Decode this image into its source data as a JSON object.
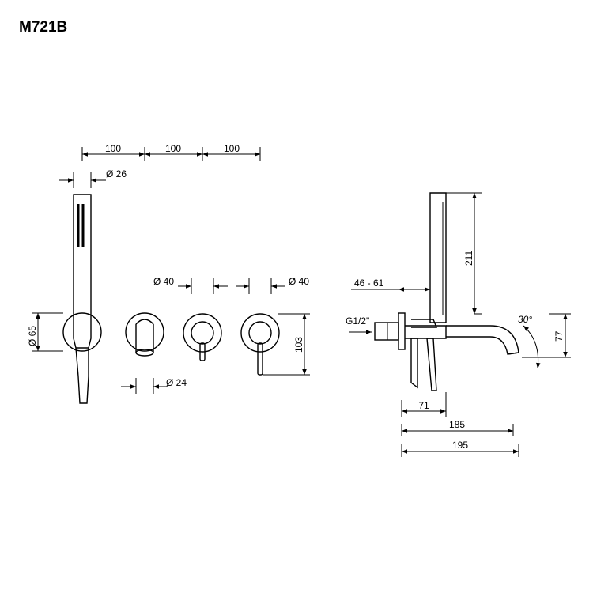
{
  "title": "M721B",
  "dims": {
    "spacing_1": "100",
    "spacing_2": "100",
    "spacing_3": "100",
    "hand_shower_diameter": "Ø 26",
    "rosette_diameter_left": "Ø 40",
    "rosette_diameter_right": "Ø 40",
    "wall_plate_diameter": "Ø 65",
    "lever_height": "103",
    "spout_diameter": "Ø 24",
    "inlet_thread": "G1/2\"",
    "wall_offset_range": "46 - 61",
    "hand_shower_height": "211",
    "spout_angle": "30°",
    "spout_height": "77",
    "body_depth": "71",
    "spout_projection": "185",
    "overall_projection": "195"
  }
}
